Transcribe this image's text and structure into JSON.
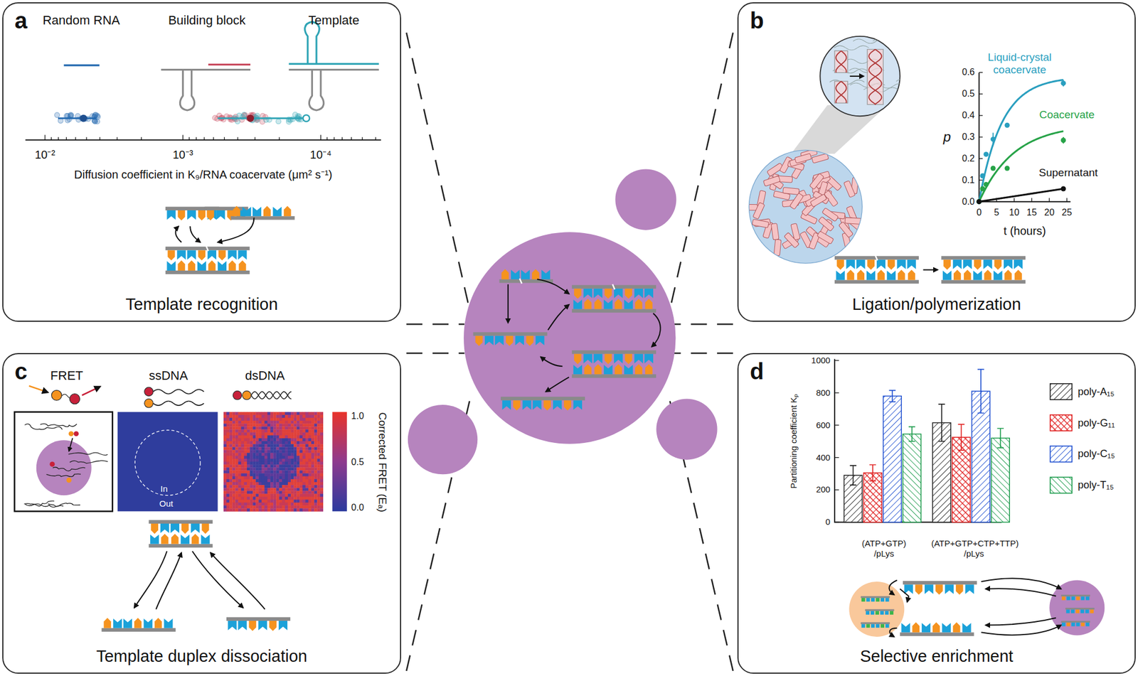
{
  "diagram": {
    "nodes": [
      {
        "text": [
          "a",
          "Template recognition"
        ]
      },
      {
        "text": [
          "b",
          "Ligation/polymerization"
        ]
      },
      {
        "text": [
          "c",
          "Template duplex dissociation"
        ]
      },
      {
        "text": [
          "d",
          "Selective enrichment"
        ]
      }
    ],
    "labels": [
      "Random RNA",
      "Building block",
      "Template",
      "10⁻²",
      "10⁻³",
      "10⁻⁴",
      "Diffusion coefficient in K₉/RNA coacervate (μm² s⁻¹)",
      "Liquid-crystal coacervate",
      "Coacervate",
      "Supernatant",
      "p",
      "t (hours)",
      "0.0",
      "0.1",
      "0.2",
      "0.3",
      "0.4",
      "0.5",
      "0.6",
      "0",
      "5",
      "10",
      "15",
      "20",
      "25",
      "FRET",
      "ssDNA",
      "dsDNA",
      "In",
      "Out",
      "1.0",
      "0.5",
      "0.0",
      "Corrected FRET (Eₐ)",
      "Partitioning coefficient Kₚ",
      "0",
      "200",
      "400",
      "600",
      "800",
      "1000",
      "(ATP+GTP) /pLys",
      "(ATP+GTP+CTP+TTP) /pLys"
    ],
    "legend": [
      {
        "text": "poly-A₁₅"
      },
      {
        "text": "poly-G₁₁"
      },
      {
        "text": "poly-C₁₅"
      },
      {
        "text": "poly-T₁₅"
      }
    ]
  }
}
